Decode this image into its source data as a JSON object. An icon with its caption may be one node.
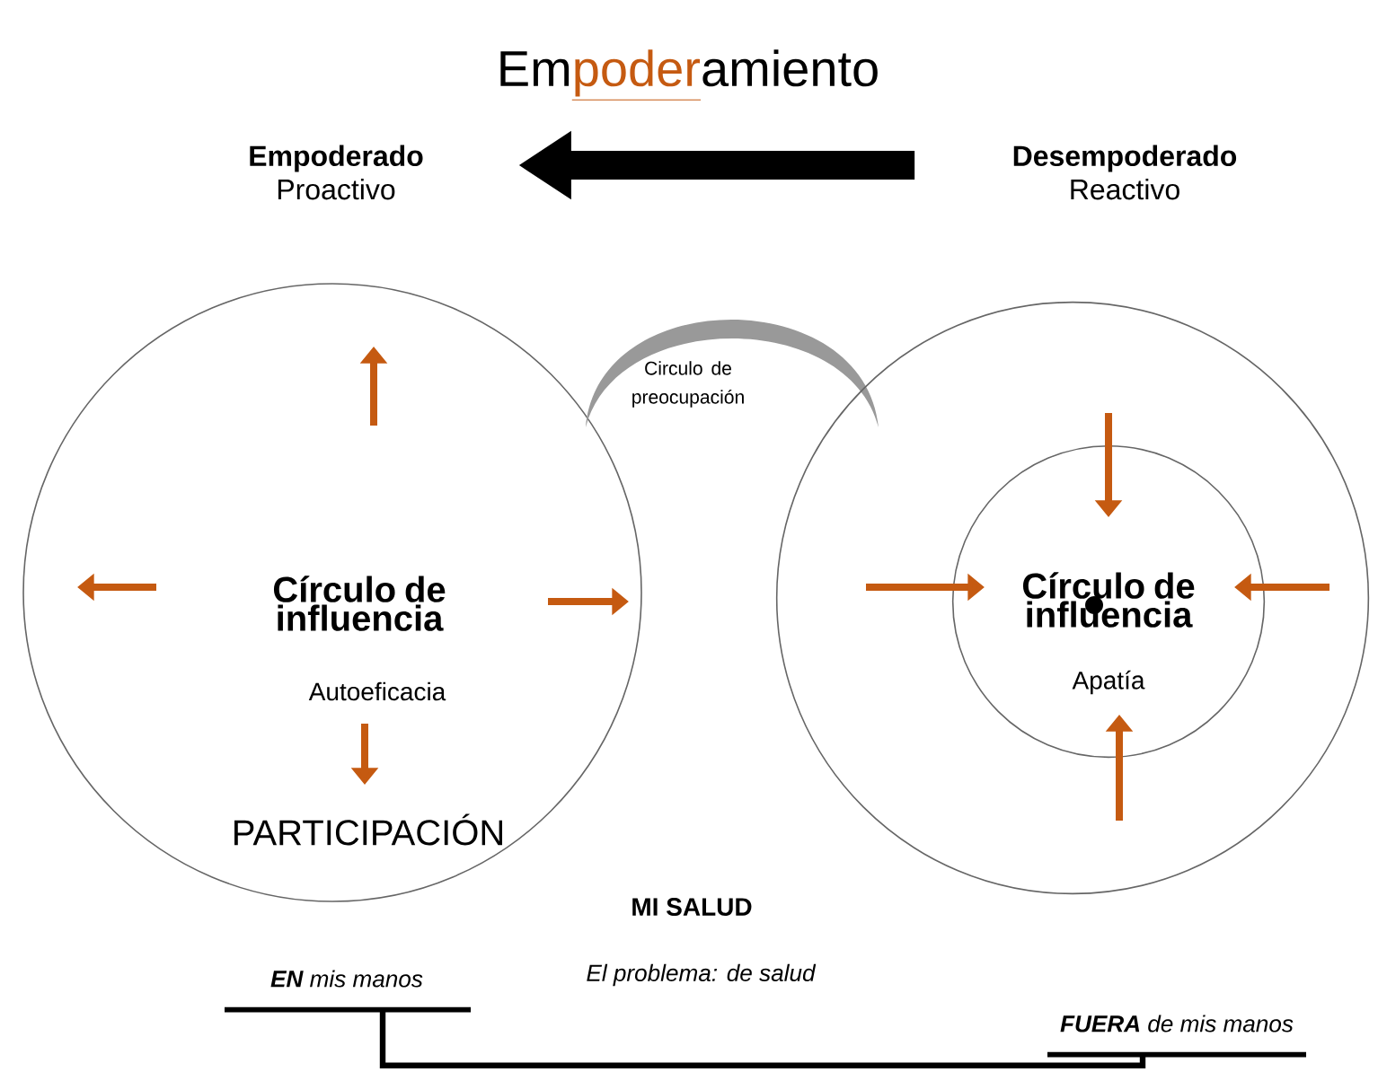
{
  "diagram": {
    "title": "Em**poder**amiento",
    "nodes": [
      {
        "text": [
          "Empoderado",
          "Proactivo"
        ]
      },
      {
        "text": [
          "Desempoderado",
          "Reactivo"
        ]
      },
      {
        "text": [
          "Círculo de influencia",
          "Autoeficacia",
          "PARTICIPACIÓN"
        ]
      },
      {
        "text": [
          "Circulo de preocupación"
        ]
      },
      {
        "text": [],
        "shape": "circle"
      },
      {
        "text": [
          "Círculo de influencia",
          "Apatía"
        ],
        "in": 4
      },
      {
        "text": [
          "**EN** mis manos"
        ]
      },
      {
        "text": [
          "**FUERA** de mis manos"
        ]
      }
    ],
    "edges": [
      {
        "from": 1,
        "to": 0,
        "arrow": "to",
        "style": "thick"
      },
      {
        "from": 6,
        "to": 7,
        "arrow": "none"
      }
    ],
    "labels": [
      "MI SALUD",
      "El problema: de salud"
    ]
  }
}
